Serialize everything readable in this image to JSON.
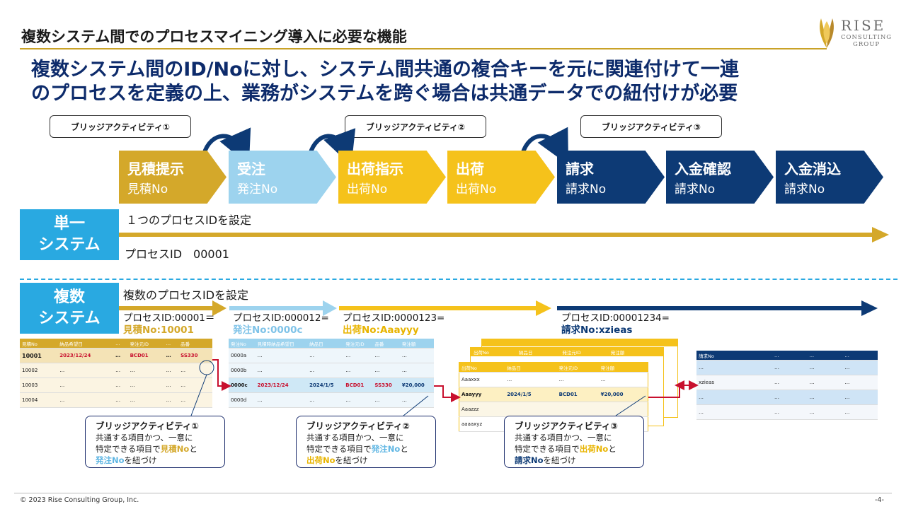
{
  "header": {
    "title": "複数システム間でのプロセスマイニング導入に必要な機能",
    "logo_main": "RISE",
    "logo_sub1": "CONSULTING",
    "logo_sub2": "GROUP"
  },
  "headline": {
    "line1": "複数システム間のID/Noに対し、システム間共通の複合キーを元に関連付けて一連",
    "line2": "のプロセスを定義の上、業務がシステムを跨ぐ場合は共通データでの紐付けが必要"
  },
  "bridges": [
    "ブリッジアクティビティ①",
    "ブリッジアクティビティ②",
    "ブリッジアクティビティ③"
  ],
  "steps": [
    {
      "name": "見積提示",
      "key": "見積No"
    },
    {
      "name": "受注",
      "key": "発注No"
    },
    {
      "name": "出荷指示",
      "key": "出荷No"
    },
    {
      "name": "出荷",
      "key": "出荷No"
    },
    {
      "name": "請求",
      "key": "請求No"
    },
    {
      "name": "入金確認",
      "key": "請求No"
    },
    {
      "name": "入金消込",
      "key": "請求No"
    }
  ],
  "single": {
    "label1": "単一",
    "label2": "システム",
    "desc": "１つのプロセスIDを設定",
    "process_id": "プロセスID　00001"
  },
  "multi": {
    "label1": "複数",
    "label2": "システム",
    "desc": "複数のプロセスIDを設定",
    "ids": [
      {
        "line1": "プロセスID:00001＝",
        "line2": "見積No:10001"
      },
      {
        "line1": "プロセスID:000012=",
        "line2": "発注No:0000c"
      },
      {
        "line1": "プロセスID:0000123=",
        "line2": "出荷No:Aaayyy"
      },
      {
        "line1": "プロセスID:00001234=",
        "line2": "請求No:xzieas"
      }
    ]
  },
  "tables": {
    "t1": {
      "headers": [
        "見積No",
        "納品希望日",
        "…",
        "発注元ID",
        "…",
        "品番"
      ],
      "rows": [
        [
          "10001",
          "2023/12/24",
          "…",
          "BCD01",
          "…",
          "SS330"
        ],
        [
          "10002",
          "…",
          "…",
          "…",
          "…",
          "…"
        ],
        [
          "10003",
          "…",
          "…",
          "…",
          "…",
          "…"
        ],
        [
          "10004",
          "…",
          "…",
          "…",
          "…",
          "…"
        ]
      ]
    },
    "t2": {
      "headers": [
        "発注No",
        "見積時納品希望日",
        "納品日",
        "発注元ID",
        "品番",
        "発注額"
      ],
      "rows": [
        [
          "0000a",
          "…",
          "…",
          "…",
          "…",
          "…"
        ],
        [
          "0000b",
          "…",
          "…",
          "…",
          "…",
          "…"
        ],
        [
          "0000c",
          "2023/12/24",
          "2024/1/5",
          "BCD01",
          "SS330",
          "¥20,000"
        ],
        [
          "0000d",
          "…",
          "…",
          "…",
          "…",
          "…"
        ]
      ]
    },
    "t3": {
      "headers": [
        "出荷No",
        "納品日",
        "発注元ID",
        "発注額"
      ],
      "back_headers": [
        "出荷No",
        "納品日",
        "発注元ID",
        "発注額"
      ],
      "rows": [
        [
          "Aaaxxx",
          "…",
          "…",
          "…"
        ],
        [
          "Aaayyy",
          "2024/1/5",
          "BCD01",
          "¥20,000"
        ],
        [
          "Aaazzz",
          "",
          "",
          ""
        ],
        [
          "aaaaxyz",
          "",
          "",
          ""
        ]
      ]
    },
    "t4": {
      "headers": [
        "請求No",
        "…",
        "…",
        "…"
      ],
      "rows": [
        [
          "…",
          "…",
          "…",
          "…"
        ],
        [
          "xzieas",
          "…",
          "…",
          "…"
        ],
        [
          "…",
          "…",
          "…",
          "…"
        ],
        [
          "…",
          "…",
          "…",
          "…"
        ]
      ]
    }
  },
  "notes": [
    {
      "title": "ブリッジアクティビティ①",
      "l1": "共通する項目かつ、一意に",
      "l2a": "特定できる項目で",
      "k1": "見積No",
      "l2b": "と",
      "k2": "発注No",
      "l3b": "を紐づけ"
    },
    {
      "title": "ブリッジアクティビティ②",
      "l1": "共通する項目かつ、一意に",
      "l2a": "特定できる項目で",
      "k1": "発注No",
      "l2b": "と",
      "k2": "出荷No",
      "l3b": "を紐づけ"
    },
    {
      "title": "ブリッジアクティビティ③",
      "l1": "共通する項目かつ、一意に",
      "l2a": "特定できる項目で",
      "k1": "出荷No",
      "l2b": "と",
      "k2": "請求No",
      "l3b": "を紐づけ"
    }
  ],
  "footer": {
    "copyright": "© 2023 Rise Consulting Group, Inc.",
    "page": "-4-"
  },
  "colors": {
    "gold": "#d4a82a",
    "light_blue": "#9dd3ee",
    "yellow": "#f5c21b",
    "navy": "#0d3a75",
    "cyan": "#29a9e1",
    "red": "#c8102e"
  }
}
